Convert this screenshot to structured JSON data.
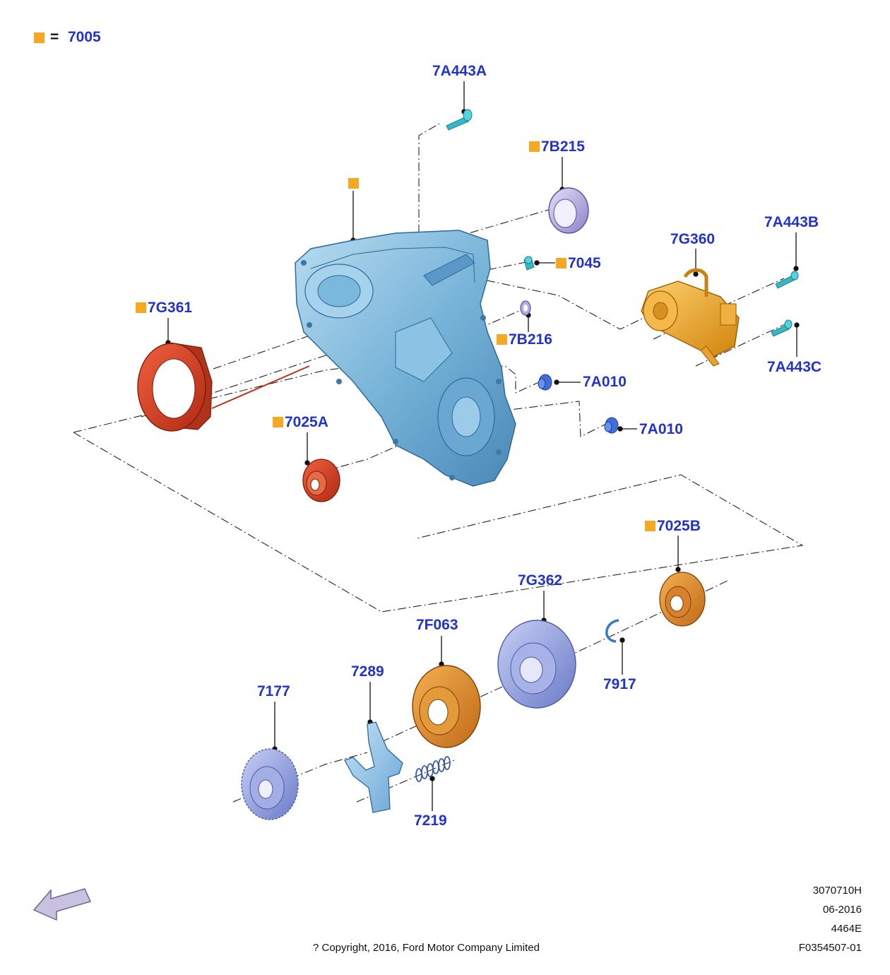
{
  "colors": {
    "label": "#2233cc",
    "marker": "#f7a823",
    "housing": "#7ab8dc",
    "seal_red": "#d9401f",
    "orange": "#e8902a",
    "purple": "#9b8ad6",
    "teal": "#35b8c8",
    "blue_part": "#3f6fd8",
    "gear": "#8fa0dc",
    "fork": "#8cc0e8"
  },
  "legend": {
    "eq": "=",
    "code": "7005"
  },
  "labels": {
    "p7A443A": "7A443A",
    "p7B215": "7B215",
    "p7045": "7045",
    "p7G360": "7G360",
    "p7A443B": "7A443B",
    "p7G361": "7G361",
    "p7B216": "7B216",
    "p7A443C": "7A443C",
    "p7A010a": "7A010",
    "p7A010b": "7A010",
    "p7025A": "7025A",
    "p7025B": "7025B",
    "p7G362": "7G362",
    "p7F063": "7F063",
    "p7917": "7917",
    "p7289": "7289",
    "p7177": "7177",
    "p7219": "7219"
  },
  "footer": {
    "line1": "3070710H",
    "line2": "06-2016",
    "line3": "4464E",
    "line4": "F0354507-01",
    "copyright": "? Copyright, 2016, Ford Motor Company Limited"
  },
  "icons": {
    "direction": "direction-arrow-icon",
    "marker": "orange-square-marker-icon"
  }
}
